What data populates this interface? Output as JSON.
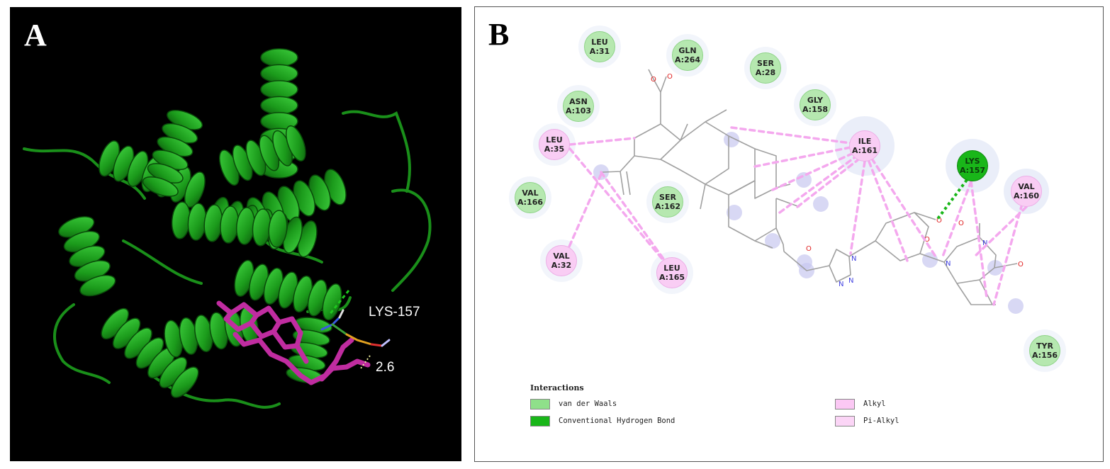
{
  "panel_a": {
    "label": "A",
    "residue_label": "LYS-157",
    "distance_label": "2.6",
    "colors": {
      "background": "#000000",
      "protein": "#1b9a1b",
      "ligand": "#c02ca0"
    }
  },
  "panel_b": {
    "label": "B",
    "residues": [
      {
        "name": "LEU",
        "id": "A:31",
        "type": "vdw"
      },
      {
        "name": "GLN",
        "id": "A:264",
        "type": "vdw"
      },
      {
        "name": "SER",
        "id": "A:28",
        "type": "vdw"
      },
      {
        "name": "ASN",
        "id": "A:103",
        "type": "vdw"
      },
      {
        "name": "GLY",
        "id": "A:158",
        "type": "vdw"
      },
      {
        "name": "LEU",
        "id": "A:35",
        "type": "alkyl"
      },
      {
        "name": "ILE",
        "id": "A:161",
        "type": "alkyl"
      },
      {
        "name": "LYS",
        "id": "A:157",
        "type": "hbond"
      },
      {
        "name": "VAL",
        "id": "A:160",
        "type": "alkyl"
      },
      {
        "name": "VAL",
        "id": "A:166",
        "type": "vdw"
      },
      {
        "name": "SER",
        "id": "A:162",
        "type": "vdw"
      },
      {
        "name": "VAL",
        "id": "A:32",
        "type": "alkyl"
      },
      {
        "name": "LEU",
        "id": "A:165",
        "type": "alkyl"
      },
      {
        "name": "TYR",
        "id": "A:156",
        "type": "vdw"
      }
    ],
    "legend": {
      "title": "Interactions",
      "items": [
        {
          "label": "van der Waals",
          "color": "#8fe08a"
        },
        {
          "label": "Conventional Hydrogen Bond",
          "color": "#19b619"
        },
        {
          "label": "Alkyl",
          "color": "#fbc8f4"
        },
        {
          "label": "Pi-Alkyl",
          "color": "#fbd5f6"
        }
      ]
    },
    "atoms": {
      "oxygen": "O",
      "nitrogen": "N"
    },
    "colors": {
      "oxygen": "#e02020",
      "nitrogen": "#4040e0",
      "bond": "#a0a0a0",
      "alkyl_line": "#f4a8ee",
      "hbond_line": "#19b619"
    }
  }
}
